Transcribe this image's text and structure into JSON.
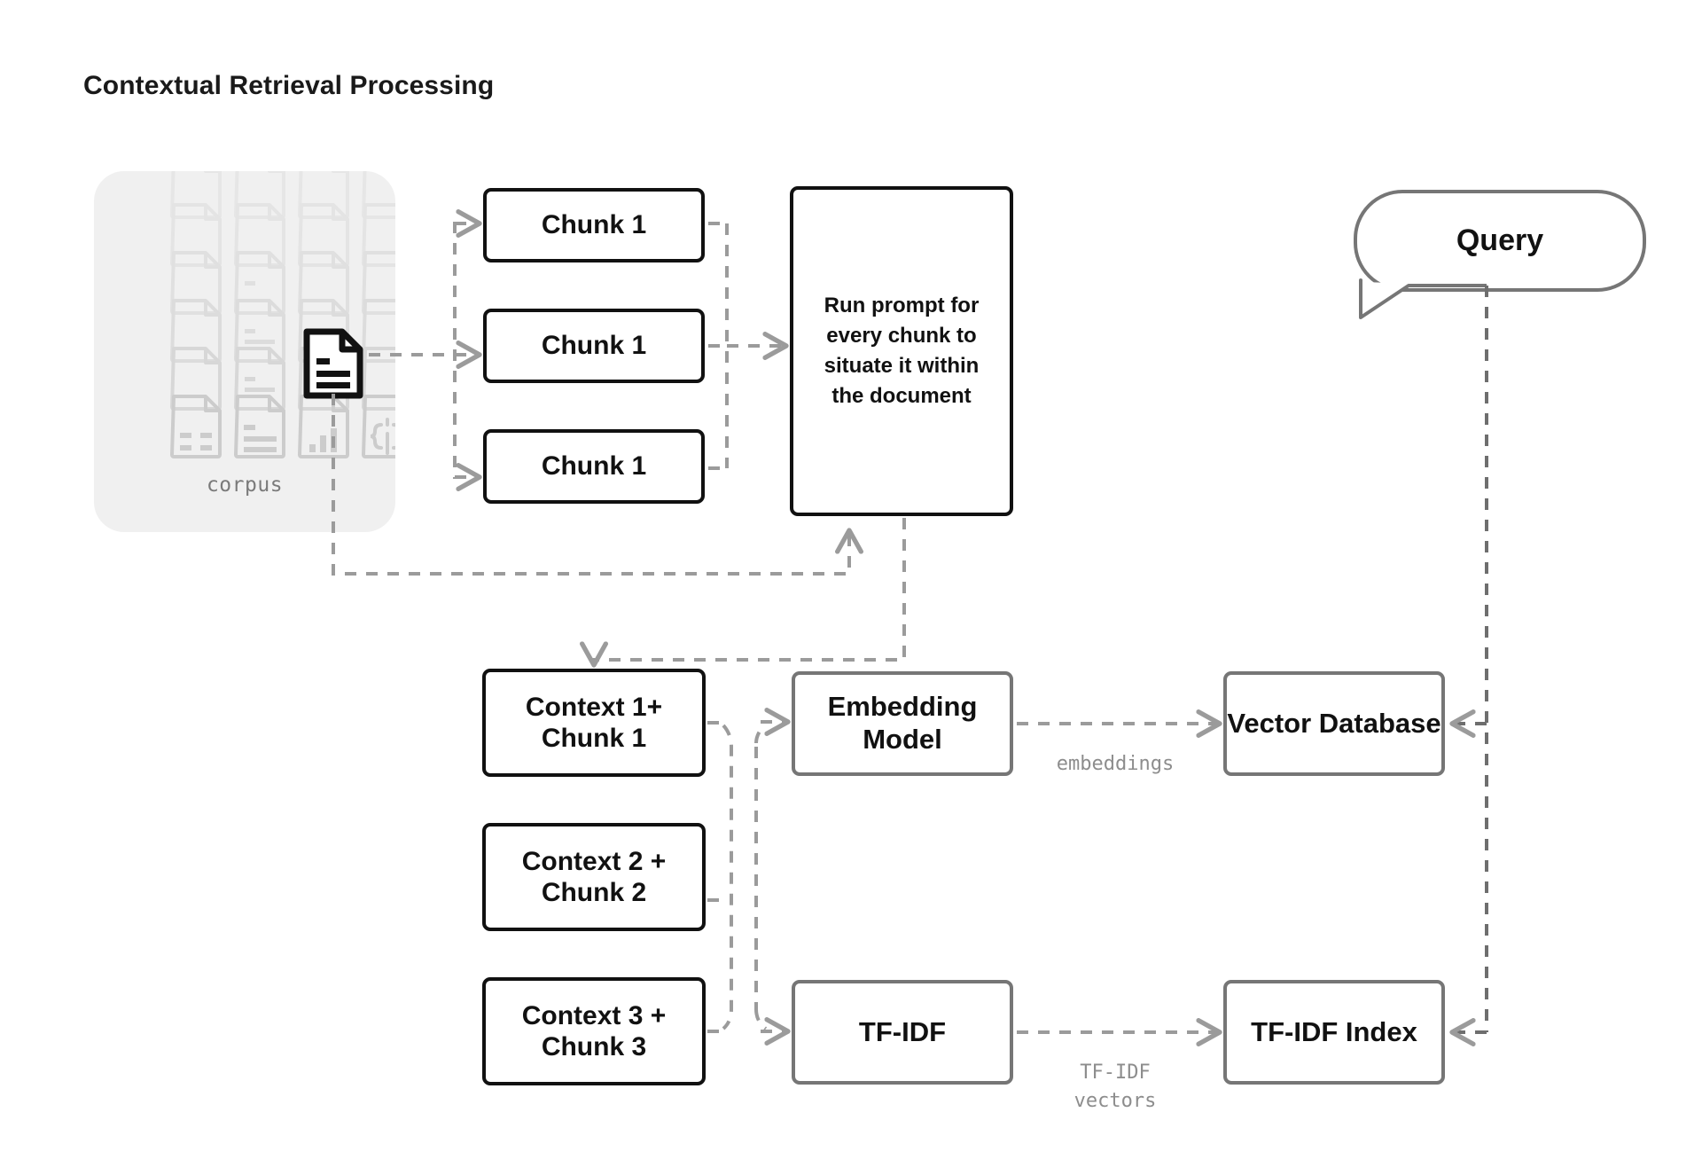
{
  "title": "Contextual Retrieval Processing",
  "corpus": {
    "label": "corpus",
    "doc_icons": [
      "document-table-icon",
      "document-text-icon",
      "document-chart-icon",
      "document-code-icon"
    ],
    "highlighted_doc_icon": "document-text-icon"
  },
  "chunks": [
    {
      "label": "Chunk 1"
    },
    {
      "label": "Chunk 1"
    },
    {
      "label": "Chunk 1"
    }
  ],
  "prompt": {
    "label": "Run prompt for every chunk to situate it within the document"
  },
  "contexts": [
    {
      "label": "Context 1+ Chunk 1"
    },
    {
      "label": "Context 2 + Chunk 2"
    },
    {
      "label": "Context 3 + Chunk 3"
    }
  ],
  "processors": [
    {
      "label": "Embedding Model"
    },
    {
      "label": "TF-IDF"
    }
  ],
  "stores": [
    {
      "label": "Vector Database"
    },
    {
      "label": "TF-IDF Index"
    }
  ],
  "edge_labels": {
    "embeddings": "embeddings",
    "tfidf_vectors": "TF-IDF\nvectors"
  },
  "query": {
    "label": "Query"
  },
  "colors": {
    "node_border_strong": "#111111",
    "node_border_soft": "#767676",
    "edge": "#9b9b9b",
    "corpus_bg": "#f0f0f0",
    "label_text": "#8d8d8d",
    "title_text": "#1a1a1a",
    "page_bg": "#ffffff"
  }
}
